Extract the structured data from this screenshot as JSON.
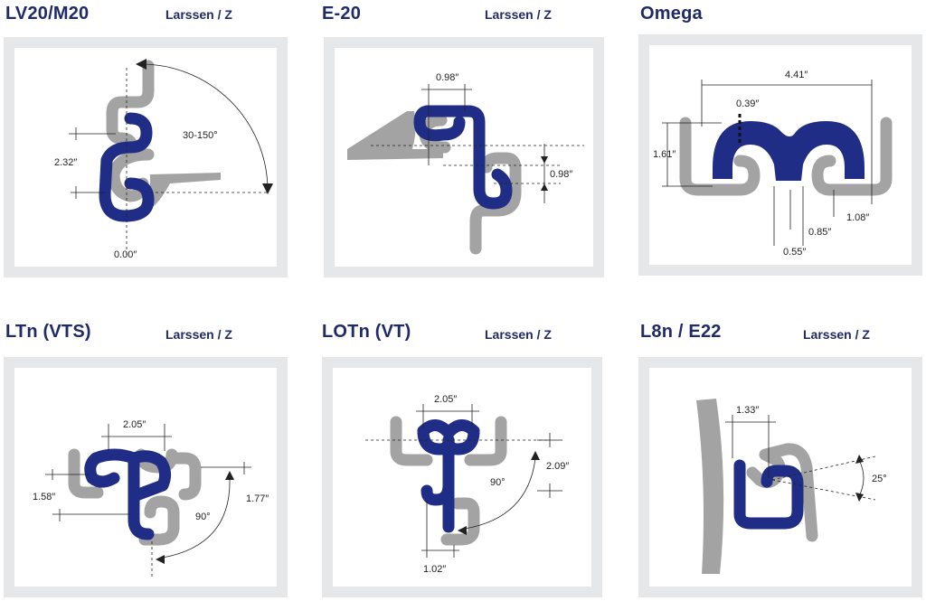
{
  "profiles": [
    {
      "title": "LV20/M20",
      "subtitle": "Larssen / Z",
      "dims": {
        "angle": "30-150°",
        "height": "2.32″",
        "offset": "0.00″"
      }
    },
    {
      "title": "E-20",
      "subtitle": "Larssen / Z",
      "dims": {
        "width": "0.98″",
        "height": "0.98″"
      }
    },
    {
      "title": "Omega",
      "subtitle": "",
      "dims": {
        "width": "4.41″",
        "top": "0.39″",
        "height": "1.61″",
        "gap": "0.55″",
        "mid": "0.85″",
        "side": "1.08″"
      }
    },
    {
      "title": "LTn (VTS)",
      "subtitle": "Larssen / Z",
      "dims": {
        "width": "2.05″",
        "left": "1.58″",
        "right": "1.77″",
        "angle": "90°"
      }
    },
    {
      "title": "LOTn (VT)",
      "subtitle": "Larssen / Z",
      "dims": {
        "width": "2.05″",
        "right": "2.09″",
        "angle": "90°",
        "bottom": "1.02″"
      }
    },
    {
      "title": "L8n / E22",
      "subtitle": "Larssen / Z",
      "dims": {
        "width": "1.33″",
        "angle": "25°"
      }
    }
  ],
  "colors": {
    "blue": "#1f2d86",
    "grey": "#a3a3a3",
    "frame": "#e6e7e9"
  }
}
